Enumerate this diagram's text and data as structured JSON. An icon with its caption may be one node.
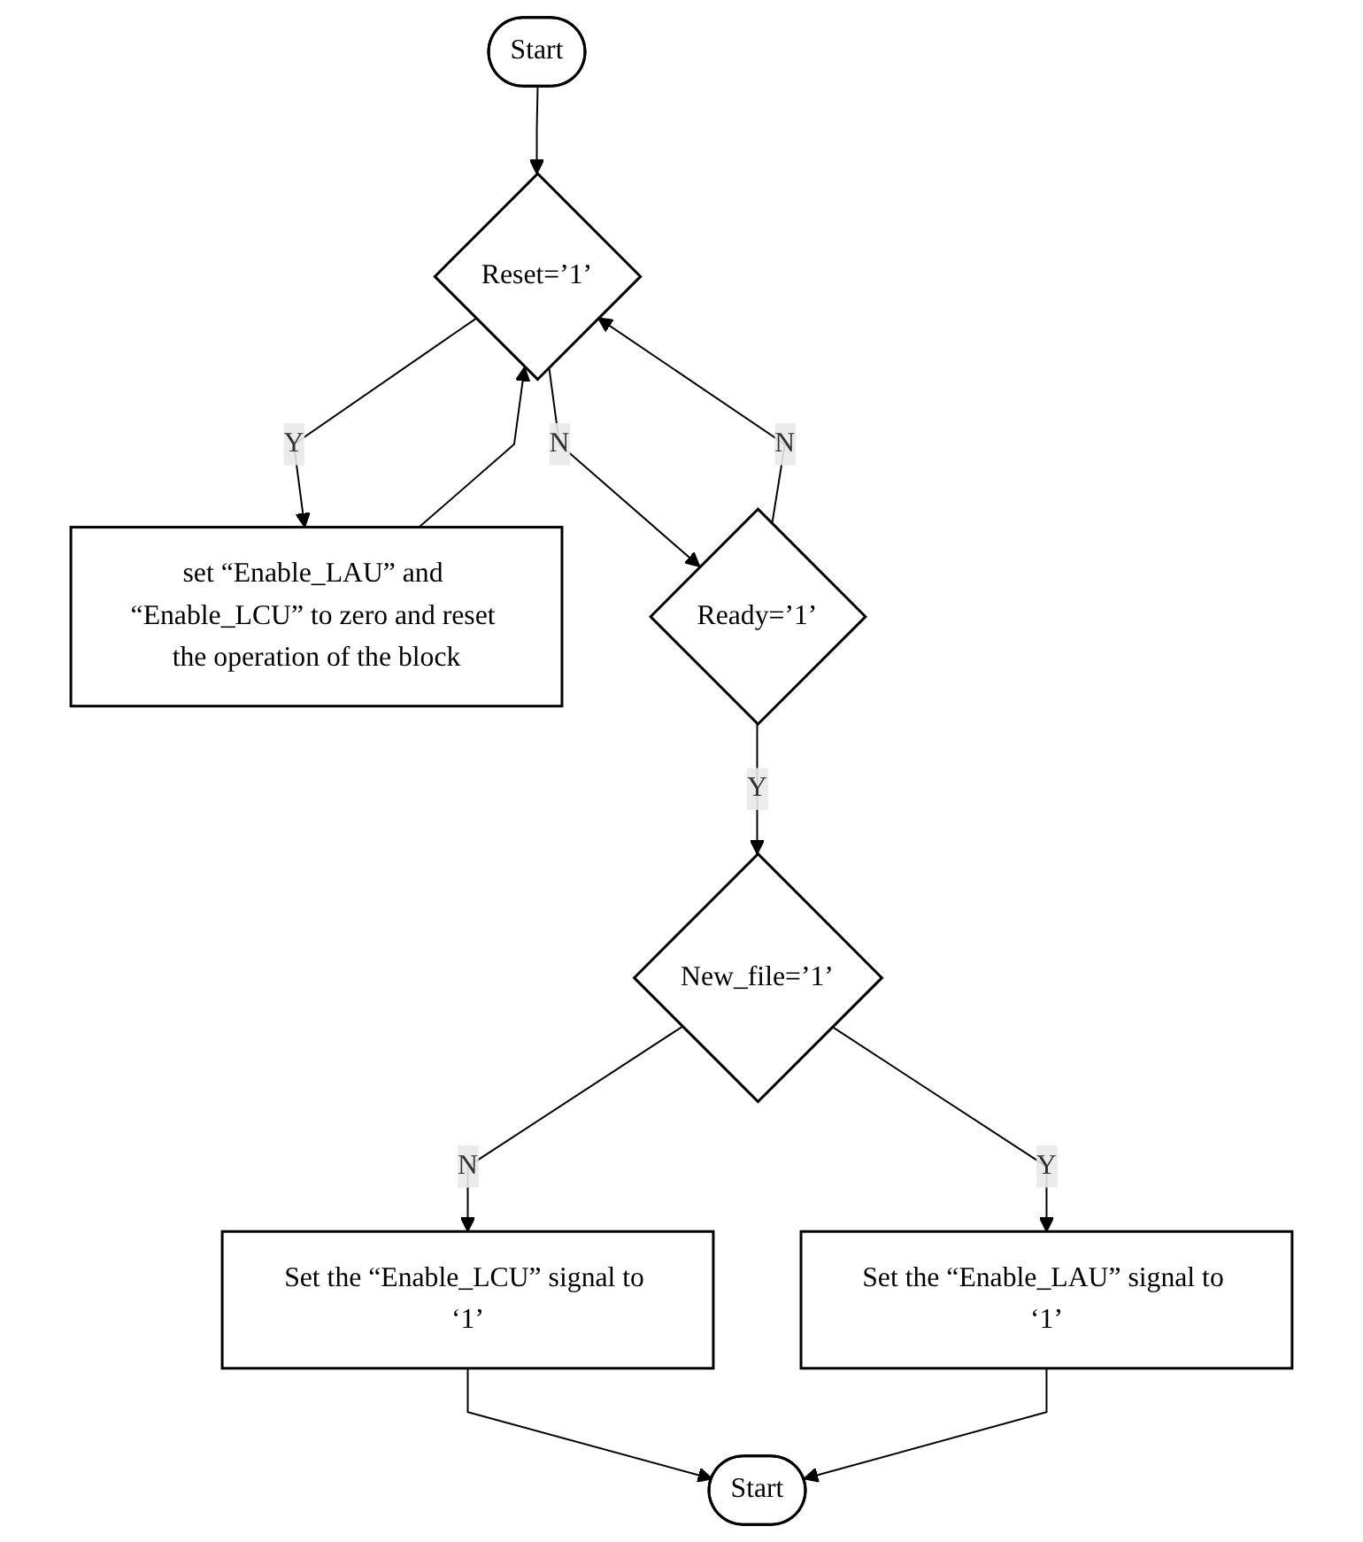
{
  "diagram": {
    "nodes": [
      {
        "text": [
          "Start"
        ]
      },
      {
        "text": [
          "Reset=’1’"
        ]
      },
      {
        "text": [
          "set “Enable_LAU” and “Enable_LCU” to zero and reset the operation of the block"
        ]
      },
      {
        "text": [
          "Ready=’1’"
        ]
      },
      {
        "text": [
          "New_file=’1’"
        ]
      },
      {
        "text": [
          "Set the “Enable_LAU” signal to ‘1’"
        ]
      },
      {
        "text": [
          "Set the “Enable_LCU” signal to ‘1’"
        ]
      },
      {
        "text": [
          "Start"
        ]
      }
    ],
    "edges": [
      {
        "from": 0,
        "to": 1,
        "arrow": "to"
      },
      {
        "from": 1,
        "to": 2,
        "arrow": "to",
        "label": "Y"
      },
      {
        "from": 2,
        "to": 1,
        "arrow": "to"
      },
      {
        "from": 1,
        "to": 3,
        "arrow": "to",
        "label": "N"
      },
      {
        "from": 3,
        "to": 1,
        "arrow": "to",
        "label": "N"
      },
      {
        "from": 3,
        "to": 4,
        "arrow": "to",
        "label": "Y"
      },
      {
        "from": 4,
        "to": 5,
        "arrow": "to",
        "label": "Y"
      },
      {
        "from": 4,
        "to": 6,
        "arrow": "to",
        "label": "N"
      },
      {
        "from": 6,
        "to": 7,
        "arrow": "to"
      },
      {
        "from": 5,
        "to": 7,
        "arrow": "to"
      }
    ]
  }
}
